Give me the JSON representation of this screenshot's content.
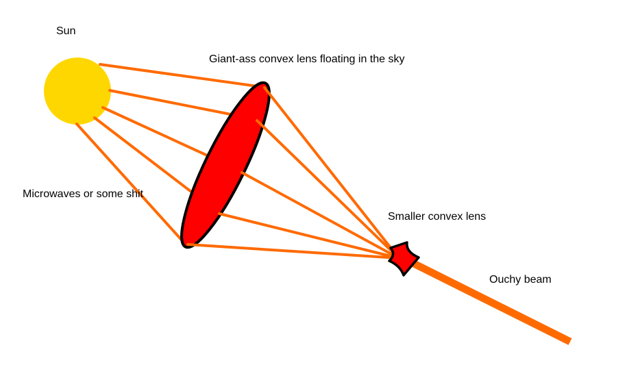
{
  "labels": {
    "sun": "Sun",
    "giant_lens": "Giant-ass convex lens floating in the sky",
    "microwaves": "Microwaves or some shit",
    "smaller_lens": "Smaller convex lens",
    "beam": "Ouchy beam"
  },
  "colors": {
    "sun": "#FFD700",
    "ray": "#FF6A00",
    "lens_fill": "#FF0000",
    "lens_stroke": "#000000",
    "text": "#000000"
  }
}
